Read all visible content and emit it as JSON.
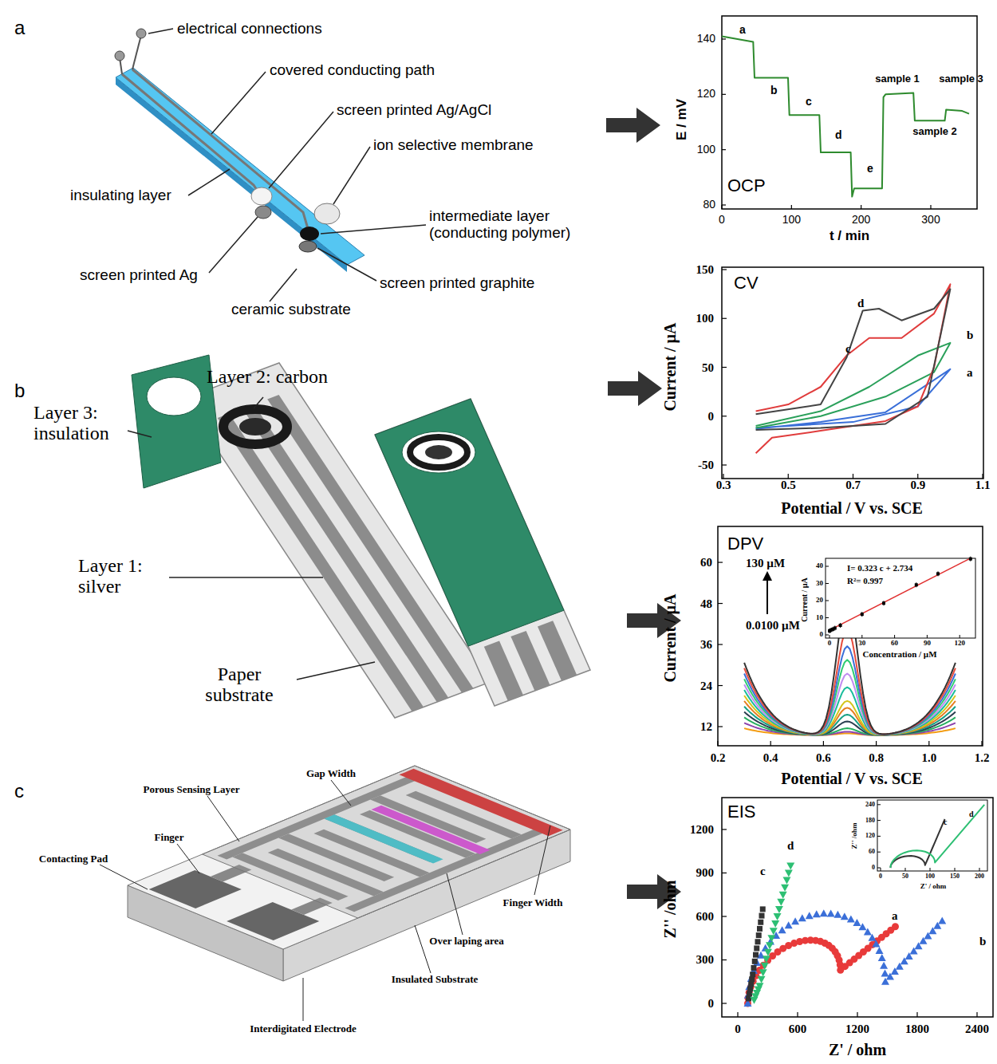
{
  "diagram": {
    "labels": [
      "a",
      "electrical connections",
      "covered conducting path",
      "screen printed Ag/AgCl",
      "ion selective membrane",
      "insulating layer",
      "intermediate layer (conducting polymer)",
      "screen printed Ag",
      "screen printed graphite",
      "ceramic substrate",
      "b",
      "Layer 2: carbon",
      "Layer 3: insulation",
      "Layer 1: silver",
      "Paper substrate",
      "c",
      "Gap Width",
      "Porous Sensing Layer",
      "Finger",
      "Finger Width",
      "Contacting Pad",
      "Over laping area",
      "Insulated Substrate",
      "Interdigitated Electrode",
      "140",
      "120",
      "100",
      "80",
      "0",
      "100",
      "200",
      "300",
      "E / mV",
      "t / min",
      "OCP",
      "a",
      "b",
      "c",
      "d",
      "e",
      "sample 1",
      "sample 2",
      "sample 3",
      "150",
      "100",
      "50",
      "0",
      "-50",
      "0.3",
      "0.5",
      "0.7",
      "0.9",
      "1.1",
      "Current / µA",
      "Potential / V vs. SCE",
      "CV",
      "a",
      "b",
      "c",
      "d",
      "60",
      "48",
      "36",
      "24",
      "12",
      "0.2",
      "0.4",
      "0.6",
      "0.8",
      "1.0",
      "1.2",
      "Current / µA",
      "Potential / V vs. SCE",
      "DPV",
      "130 µM",
      "0.0100 µM",
      "I= 0.323 c + 2.734",
      "R²= 0.997",
      "40",
      "30",
      "20",
      "10",
      "0",
      "Current / µA",
      "0",
      "30",
      "60",
      "90",
      "120",
      "Concentration / µM",
      "1200",
      "900",
      "600",
      "300",
      "0",
      "0",
      "600",
      "1200",
      "1800",
      "2400",
      "Z'' /ohm",
      "Z' / ohm",
      "EIS",
      "a",
      "b",
      "c",
      "d",
      "240",
      "180",
      "120",
      "60",
      "0",
      "0",
      "50",
      "100",
      "150",
      "200",
      "Z'' /ohm",
      "Z' / ohm",
      "c",
      "d"
    ]
  }
}
